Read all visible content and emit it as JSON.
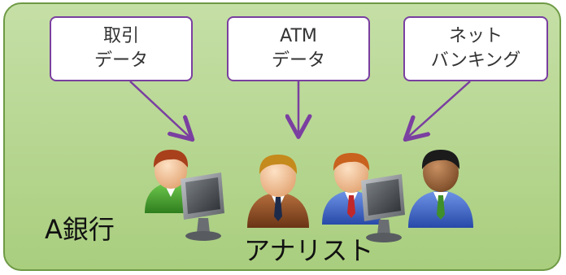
{
  "sources": [
    {
      "lines": [
        "取引",
        "データ"
      ]
    },
    {
      "lines": [
        "ATM",
        "データ"
      ]
    },
    {
      "lines": [
        "ネット",
        "バンキング"
      ]
    }
  ],
  "bank_label": "A銀行",
  "analyst_label": "アナリスト",
  "people": [
    {
      "icon": "analyst-icon",
      "suit": "green",
      "hair": "red",
      "at_computer": true
    },
    {
      "icon": "analyst-icon",
      "suit": "brown",
      "hair": "blonde",
      "at_computer": false
    },
    {
      "icon": "analyst-icon",
      "suit": "blue",
      "hair": "orange",
      "at_computer": true
    },
    {
      "icon": "analyst-icon",
      "suit": "blue",
      "hair": "black",
      "at_computer": false
    }
  ],
  "colors": {
    "panel_fill": "#b8d691",
    "panel_border": "#6e9a45",
    "box_border": "#7a3fa0",
    "arrow": "#7a3fa0"
  }
}
